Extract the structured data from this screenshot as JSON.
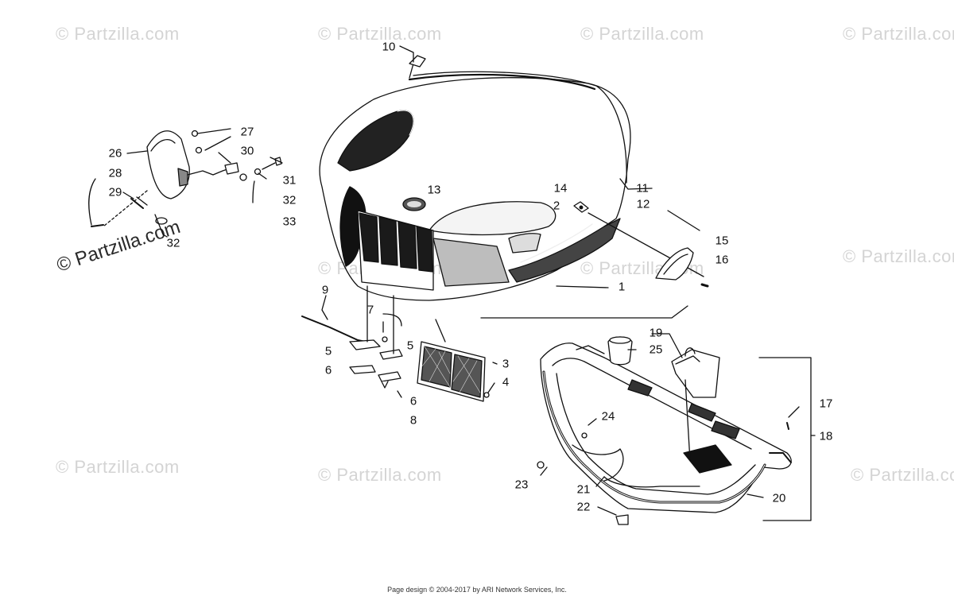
{
  "watermark_text": "© Partzilla.com",
  "footer": "Page design © 2004-2017 by ARI Network Services, Inc.",
  "callouts": [
    "1",
    "2",
    "3",
    "4",
    "5",
    "5",
    "6",
    "6",
    "7",
    "8",
    "9",
    "10",
    "11",
    "12",
    "13",
    "14",
    "15",
    "16",
    "17",
    "18",
    "19",
    "20",
    "21",
    "22",
    "23",
    "24",
    "25",
    "26",
    "27",
    "28",
    "29",
    "30",
    "31",
    "32",
    "32",
    "33"
  ],
  "colors": {
    "line": "#111111",
    "watermark": "#d4d4d4",
    "background": "#ffffff"
  }
}
